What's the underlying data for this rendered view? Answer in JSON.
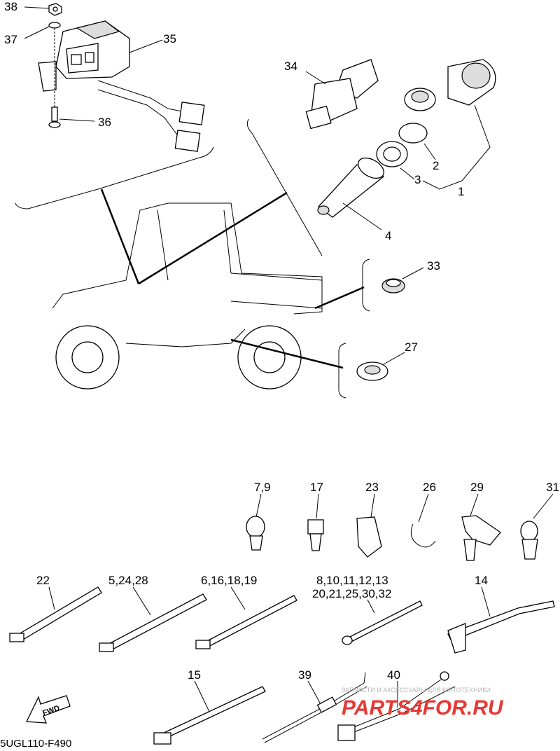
{
  "callouts": {
    "c1": "1",
    "c2": "2",
    "c3": "3",
    "c4": "4",
    "c33": "33",
    "c27": "27",
    "c34": "34",
    "c35": "35",
    "c36": "36",
    "c37": "37",
    "c38": "38",
    "c7_9": "7,9",
    "c17": "17",
    "c23": "23",
    "c26": "26",
    "c29": "29",
    "c31": "31",
    "c22": "22",
    "c5_24_28": "5,24,28",
    "c6_16_18_19": "6,16,18,19",
    "c8_line1": "8,10,11,12,13",
    "c8_line2": "20,21,25,30,32",
    "c14": "14",
    "c15": "15",
    "c39": "39",
    "c40": "40"
  },
  "fwd_arrow_label": "FWD",
  "diagram_code": "5UGL110-F490",
  "watermark": {
    "tagline": "ЗАПЧАСТИ И АКСЕССУАРЫ ДЛЯ МОТОТЕХНИКИ",
    "logo": "PARTS4FOR.RU"
  }
}
